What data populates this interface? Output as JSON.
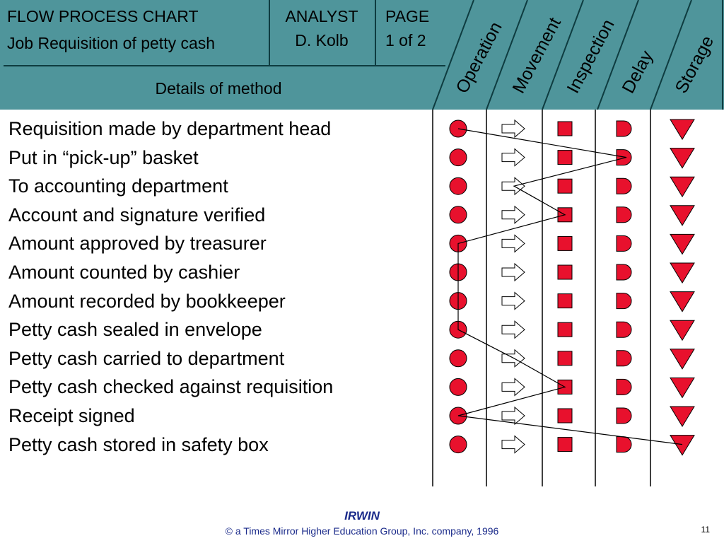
{
  "header": {
    "chart_title": "FLOW PROCESS CHART",
    "job": "Job Requisition of petty cash",
    "analyst_label": "ANALYST",
    "analyst_name": "D. Kolb",
    "page_label": "PAGE",
    "page_value": "1 of 2",
    "details_label": "Details of method"
  },
  "columns": [
    "Operation",
    "Movement",
    "Inspection",
    "Delay",
    "Storage"
  ],
  "steps": [
    {
      "label": "Requisition made by department head",
      "type": "Operation"
    },
    {
      "label": "Put in “pick-up” basket",
      "type": "Delay"
    },
    {
      "label": "To accounting department",
      "type": "Movement"
    },
    {
      "label": "Account and signature verified",
      "type": "Inspection"
    },
    {
      "label": "Amount approved by treasurer",
      "type": "Operation"
    },
    {
      "label": "Amount counted by cashier",
      "type": "Operation"
    },
    {
      "label": "Amount recorded by bookkeeper",
      "type": "Operation"
    },
    {
      "label": "Petty cash sealed in envelope",
      "type": "Operation"
    },
    {
      "label": "Petty cash carried to department",
      "type": "Movement"
    },
    {
      "label": "Petty cash checked against requisition",
      "type": "Inspection"
    },
    {
      "label": "Receipt signed",
      "type": "Operation"
    },
    {
      "label": "Petty cash stored in safety box",
      "type": "Storage"
    }
  ],
  "colors": {
    "header": "#4f959b",
    "symbol": "#e8112d"
  },
  "footer": {
    "brand": "IRWIN",
    "copyright": "© a Times Mirror Higher Education Group, Inc. company, 1996",
    "page_number": "11"
  }
}
